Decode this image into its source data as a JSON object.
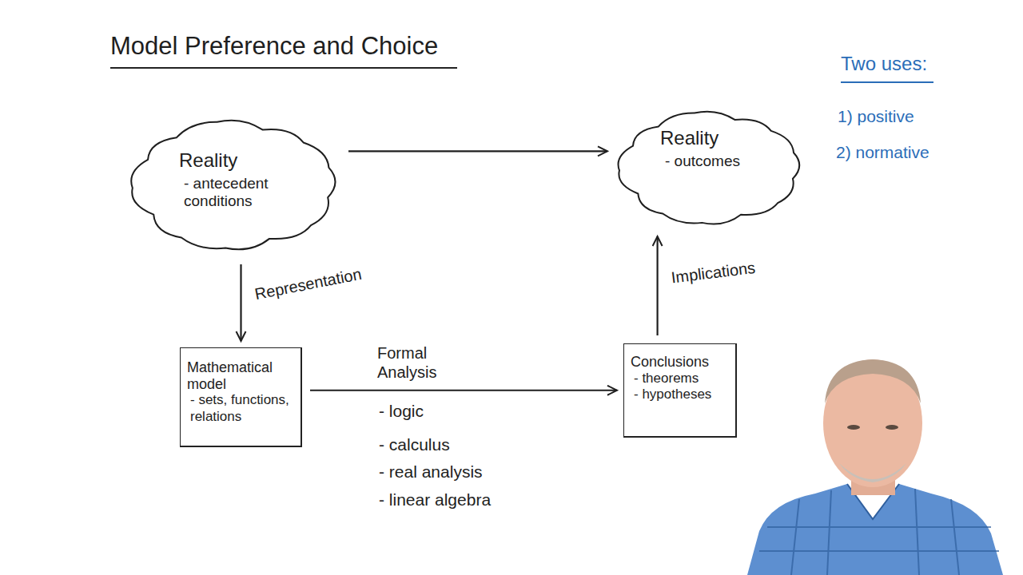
{
  "diagram": {
    "title": "Model Preference and Choice",
    "nodes": [
      {
        "text": [
          "Reality",
          "- antecedent conditions"
        ]
      },
      {
        "text": [
          "Reality",
          "- outcomes"
        ]
      },
      {
        "text": [
          "Mathematical model",
          "- sets, functions, relations"
        ]
      },
      {
        "text": [
          "Conclusions",
          "- theorems",
          "- hypotheses"
        ]
      }
    ],
    "edges": [
      {
        "from": 0,
        "to": 1,
        "arrow": "to"
      },
      {
        "from": 0,
        "to": 2,
        "label": "Representation",
        "arrow": "to"
      },
      {
        "from": 2,
        "to": 3,
        "label": "Formal Analysis",
        "arrow": "to"
      },
      {
        "from": 3,
        "to": 1,
        "label": "Implications",
        "arrow": "to"
      }
    ],
    "labels": [
      "- logic",
      "- calculus",
      "- real analysis",
      "- linear algebra",
      "Two uses:",
      "1) positive",
      "2) normative"
    ]
  }
}
